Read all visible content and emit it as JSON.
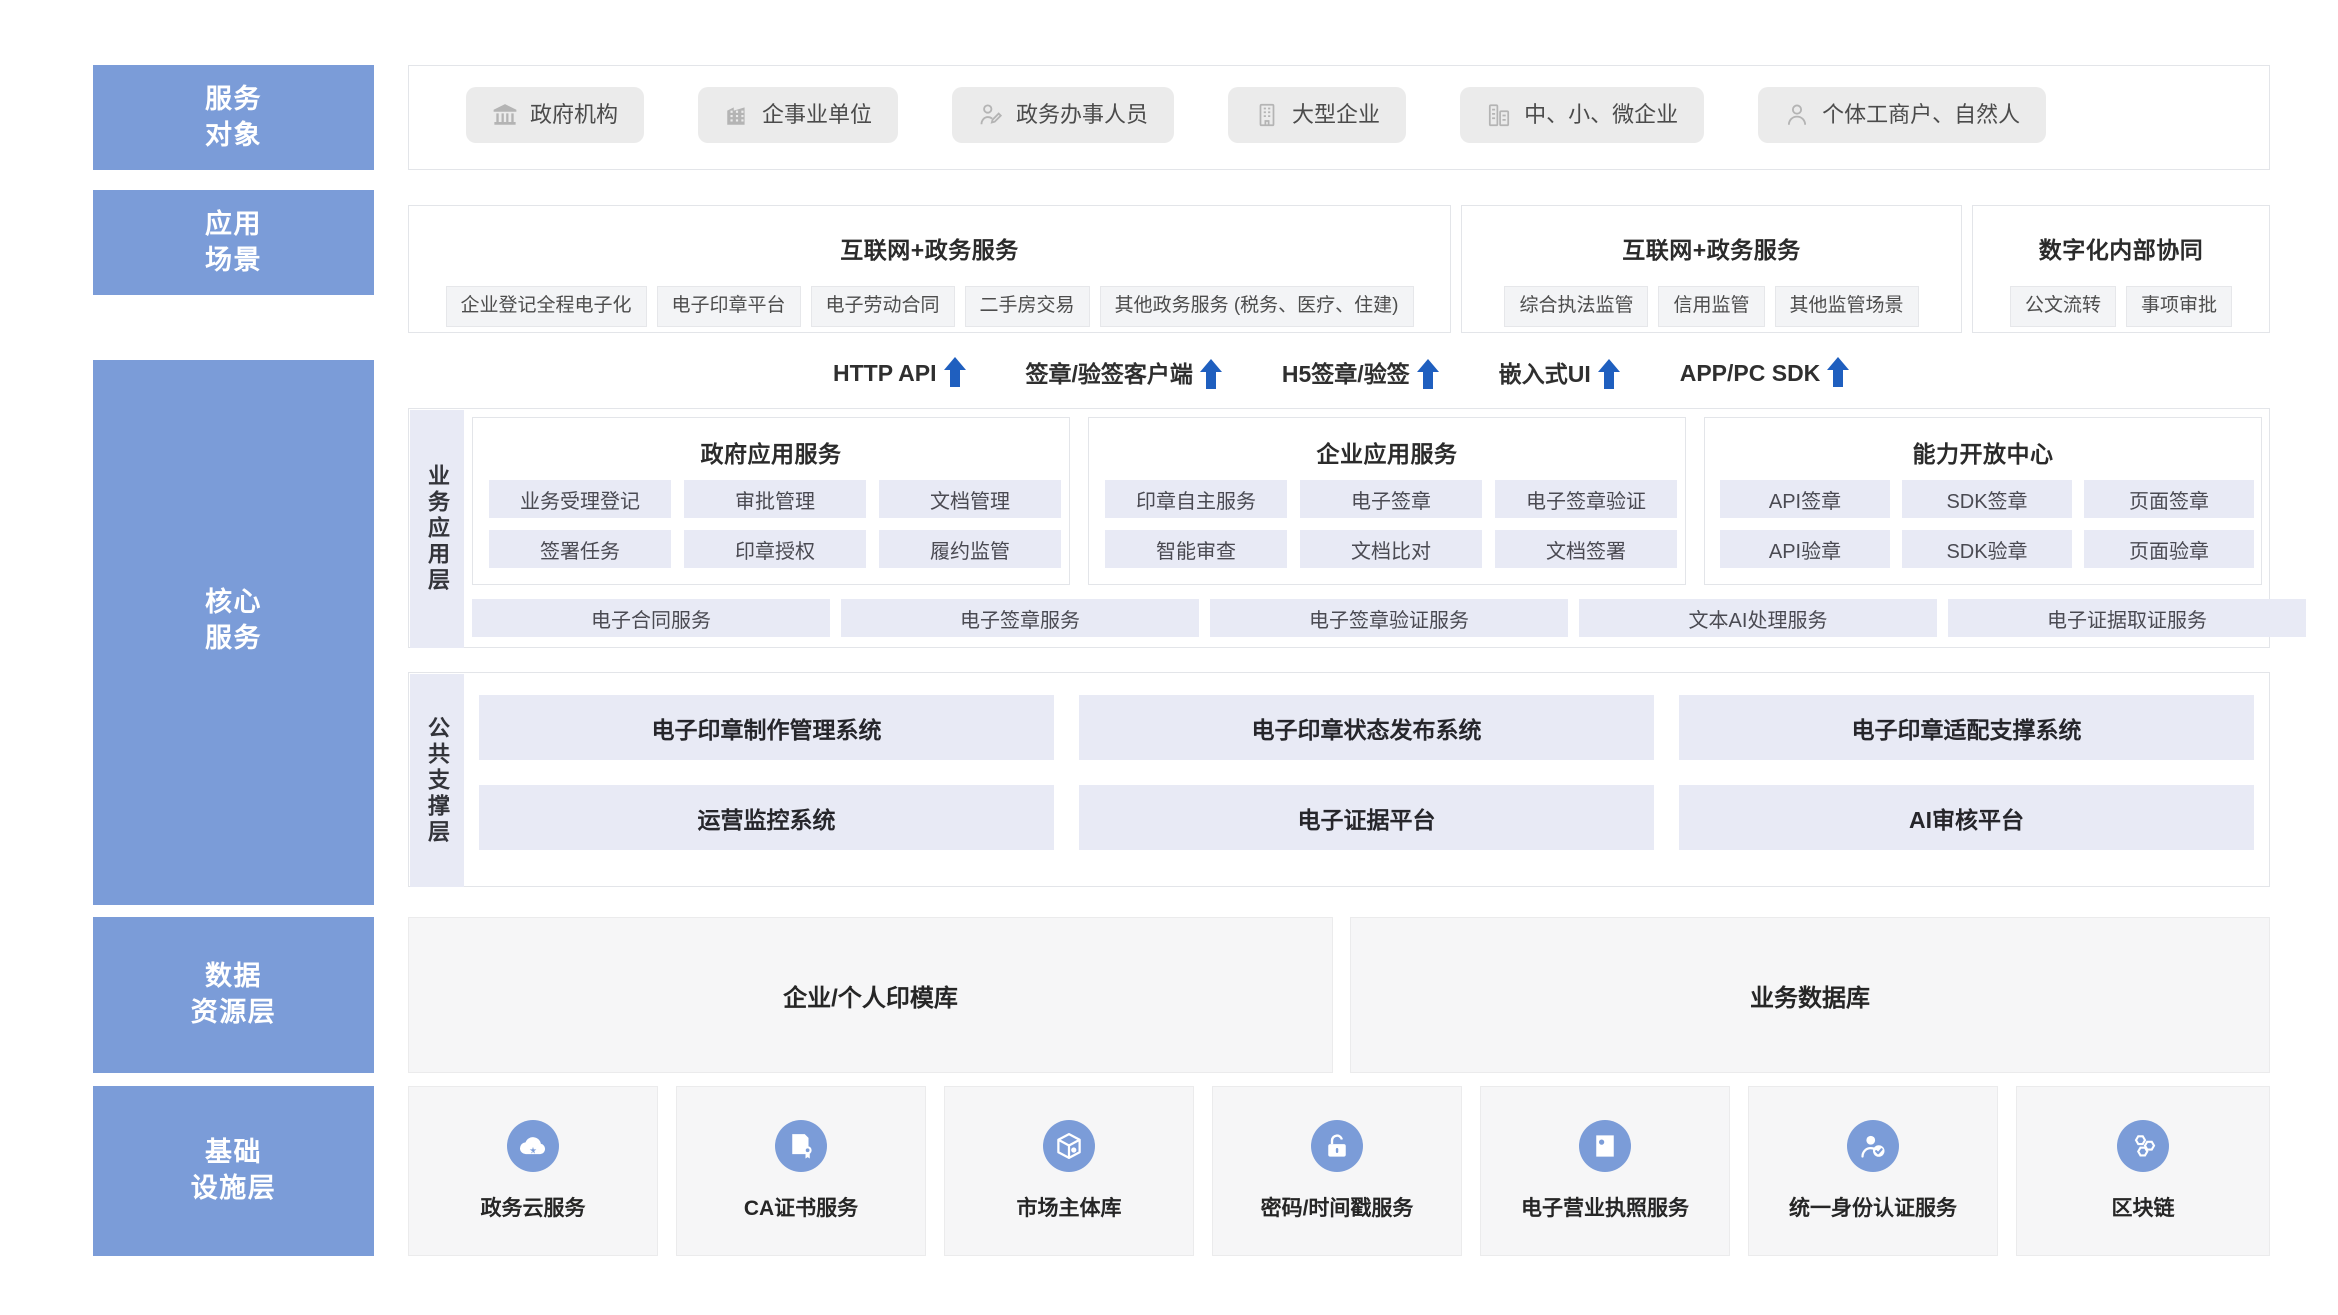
{
  "rail": {
    "blocks": [
      {
        "name": "service-object",
        "lines": [
          "服务",
          "对象"
        ]
      },
      {
        "name": "application-scenario",
        "lines": [
          "应用",
          "场景"
        ]
      },
      {
        "name": "core-services",
        "lines": [
          "核心",
          "服务"
        ]
      },
      {
        "name": "data-resource-layer",
        "lines": [
          "数据",
          "资源层"
        ]
      },
      {
        "name": "infrastructure-layer",
        "lines": [
          "基础",
          "设施层"
        ]
      }
    ]
  },
  "service_objects": [
    {
      "icon": "government-building-icon",
      "label": "政府机构"
    },
    {
      "icon": "office-building-icon",
      "label": "企事业单位"
    },
    {
      "icon": "person-pen-icon",
      "label": "政务办事人员"
    },
    {
      "icon": "tower-building-icon",
      "label": "大型企业"
    },
    {
      "icon": "small-building-icon",
      "label": "中、小、微企业"
    },
    {
      "icon": "person-icon",
      "label": "个体工商户、自然人"
    }
  ],
  "scenarios": [
    {
      "title": "互联网+政务服务",
      "tags": [
        "企业登记全程电子化",
        "电子印章平台",
        "电子劳动合同",
        "二手房交易",
        "其他政务服务 (税务、医疗、住建)"
      ]
    },
    {
      "title": "互联网+政务服务",
      "tags": [
        "综合执法监管",
        "信用监管",
        "其他监管场景"
      ]
    },
    {
      "title": "数字化内部协同",
      "tags": [
        "公文流转",
        "事项审批"
      ]
    }
  ],
  "interfaces": [
    {
      "label": "HTTP API",
      "icon": "arrow-up-icon"
    },
    {
      "label": "签章/验签客户端",
      "icon": "arrow-up-icon"
    },
    {
      "label": "H5签章/验签",
      "icon": "arrow-up-icon"
    },
    {
      "label": "嵌入式UI",
      "icon": "arrow-up-icon"
    },
    {
      "label": "APP/PC SDK",
      "icon": "arrow-up-icon"
    }
  ],
  "business_layer": {
    "side_label": "业务应用层",
    "panels": [
      {
        "title": "政府应用服务",
        "items": [
          "业务受理登记",
          "审批管理",
          "文档管理",
          "签署任务",
          "印章授权",
          "履约监管"
        ]
      },
      {
        "title": "企业应用服务",
        "items": [
          "印章自主服务",
          "电子签章",
          "电子签章验证",
          "智能审查",
          "文档比对",
          "文档签署"
        ]
      },
      {
        "title": "能力开放中心",
        "items": [
          "API签章",
          "SDK签章",
          "页面签章",
          "API验章",
          "SDK验章",
          "页面验章"
        ]
      }
    ],
    "services": [
      "电子合同服务",
      "电子签章服务",
      "电子签章验证服务",
      "文本AI处理服务",
      "电子证据取证服务"
    ]
  },
  "support_layer": {
    "side_label": "公共支撑层",
    "systems": [
      "电子印章制作管理系统",
      "电子印章状态发布系统",
      "电子印章适配支撑系统",
      "运营监控系统",
      "电子证据平台",
      "AI审核平台"
    ]
  },
  "data_layer": [
    "企业/个人印模库",
    "业务数据库"
  ],
  "infrastructure": [
    {
      "icon": "cloud-icon",
      "label": "政务云服务"
    },
    {
      "icon": "certificate-icon",
      "label": "CA证书服务"
    },
    {
      "icon": "cube-icon",
      "label": "市场主体库"
    },
    {
      "icon": "lock-icon",
      "label": "密码/时间戳服务"
    },
    {
      "icon": "id-card-icon",
      "label": "电子营业执照服务"
    },
    {
      "icon": "identity-verify-icon",
      "label": "统一身份认证服务"
    },
    {
      "icon": "blockchain-icon",
      "label": "区块链"
    }
  ],
  "colors": {
    "rail_blue": "#7b9cd8",
    "lavender": "#e8eaf5",
    "arrow_blue": "#1f5fbf",
    "chip_gray": "#ebebeb",
    "box_gray": "#f6f6f7"
  }
}
